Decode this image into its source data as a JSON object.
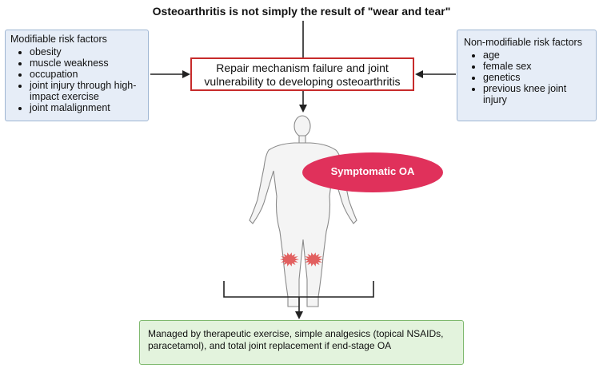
{
  "title": "Osteoarthritis is not simply the result of \"wear and tear\"",
  "modifiable": {
    "heading": "Modifiable risk factors",
    "items": [
      "obesity",
      "muscle weakness",
      "occupation",
      "joint injury through high-impact exercise",
      "joint malalignment"
    ]
  },
  "non_modifiable": {
    "heading": "Non-modifiable risk factors",
    "items": [
      "age",
      "female sex",
      "genetics",
      "previous knee joint injury"
    ]
  },
  "repair_box": {
    "text": "Repair mechanism failure and joint vulnerability to developing osteoarthritis"
  },
  "symptomatic_label": "Symptomatic OA",
  "managed_box": {
    "text": "Managed by therapeutic exercise, simple analgesics (topical NSAIDs, paracetamol), and total joint replacement if end-stage OA"
  },
  "colors": {
    "accent_red": "#c72b2b",
    "oa_ellipse": "#e0315b",
    "knee_pain": "#e05050",
    "risk_box_fill": "#e6edf7",
    "managed_fill": "#e3f3dd"
  }
}
